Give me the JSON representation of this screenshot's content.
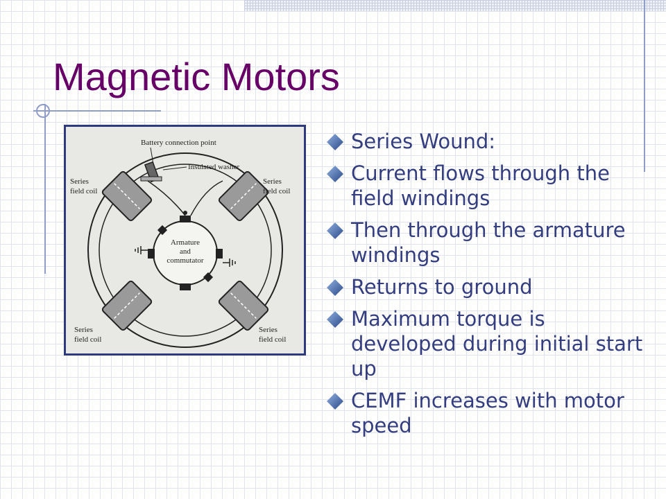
{
  "slide": {
    "title": "Magnetic Motors"
  },
  "diagram": {
    "labels": {
      "battery": "Battery connection point",
      "washer": "Insulated washer",
      "coil_tl_1": "Series",
      "coil_tl_2": "field coil",
      "coil_tr_1": "Series",
      "coil_tr_2": "field coil",
      "coil_bl_1": "Series",
      "coil_bl_2": "field coil",
      "coil_br_1": "Series",
      "coil_br_2": "field coil",
      "armature_1": "Armature",
      "armature_2": "and",
      "armature_3": "commutator"
    }
  },
  "bullets": [
    "Series Wound:",
    "Current flows through the field windings",
    "Then through the armature windings",
    "Returns to ground",
    "Maximum torque is developed during initial start up",
    "CEMF increases with motor speed"
  ],
  "colors": {
    "title": "#660066",
    "text": "#333d80",
    "bullet": "#3a5a9a",
    "frame": "#2e3a7e"
  },
  "icons": {
    "bullet": "diamond-bullet-icon"
  }
}
